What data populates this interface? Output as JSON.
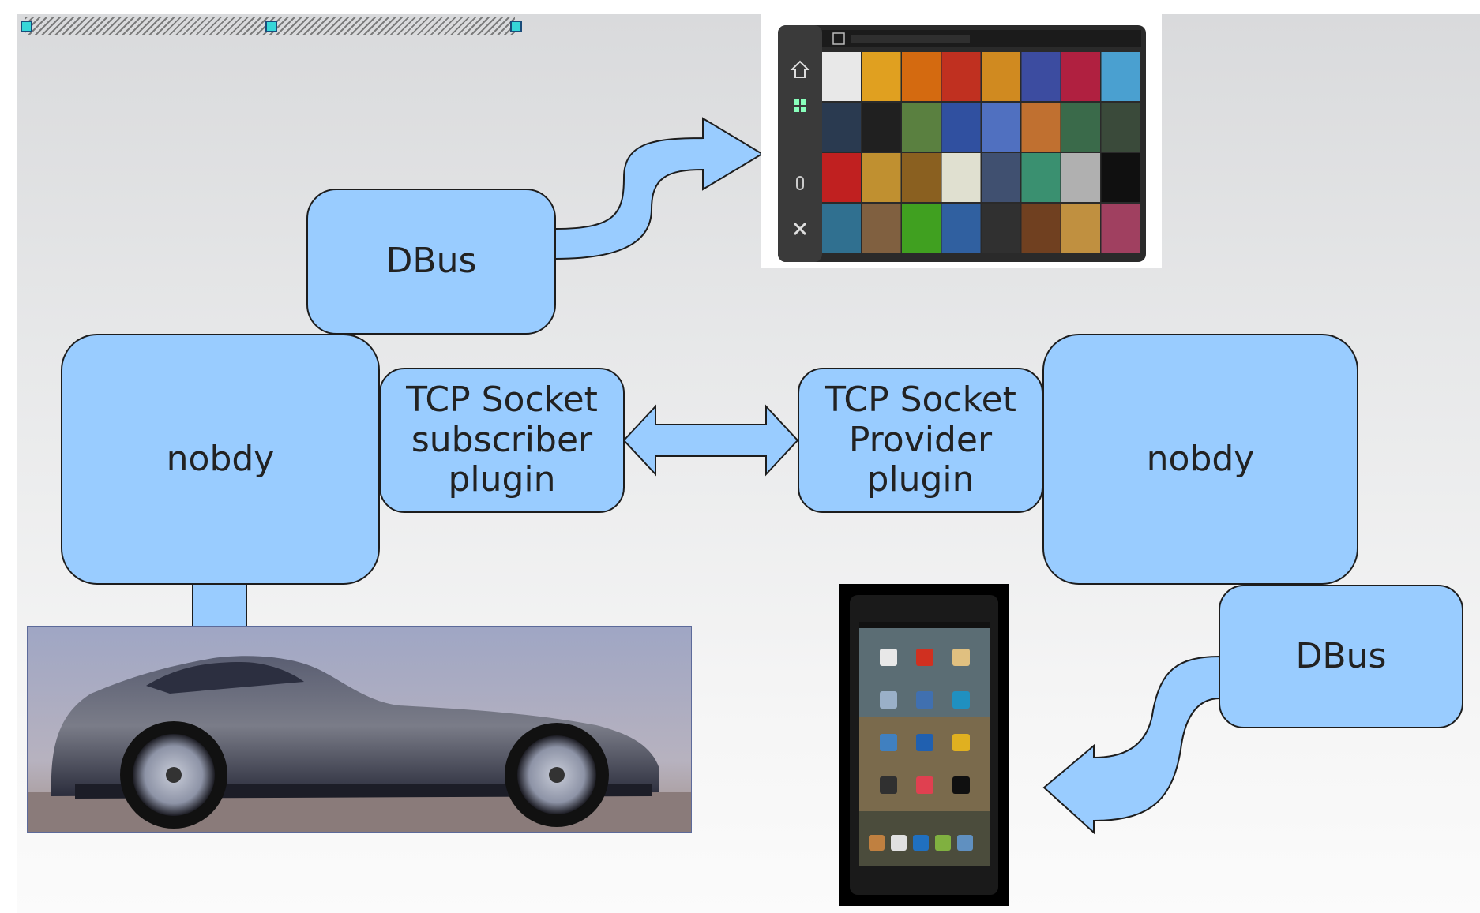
{
  "diagram": {
    "left_node": {
      "dbus_label": "DBus",
      "nobdy_label": "nobdy",
      "plugin_label": "TCP Socket\nsubscriber\nplugin"
    },
    "right_node": {
      "dbus_label": "DBus",
      "nobdy_label": "nobdy",
      "plugin_label": "TCP Socket\nProvider\nplugin"
    }
  },
  "colors": {
    "box_fill": "#99ccff",
    "box_stroke": "#1d1d1d",
    "handle": "#36d6d8"
  }
}
